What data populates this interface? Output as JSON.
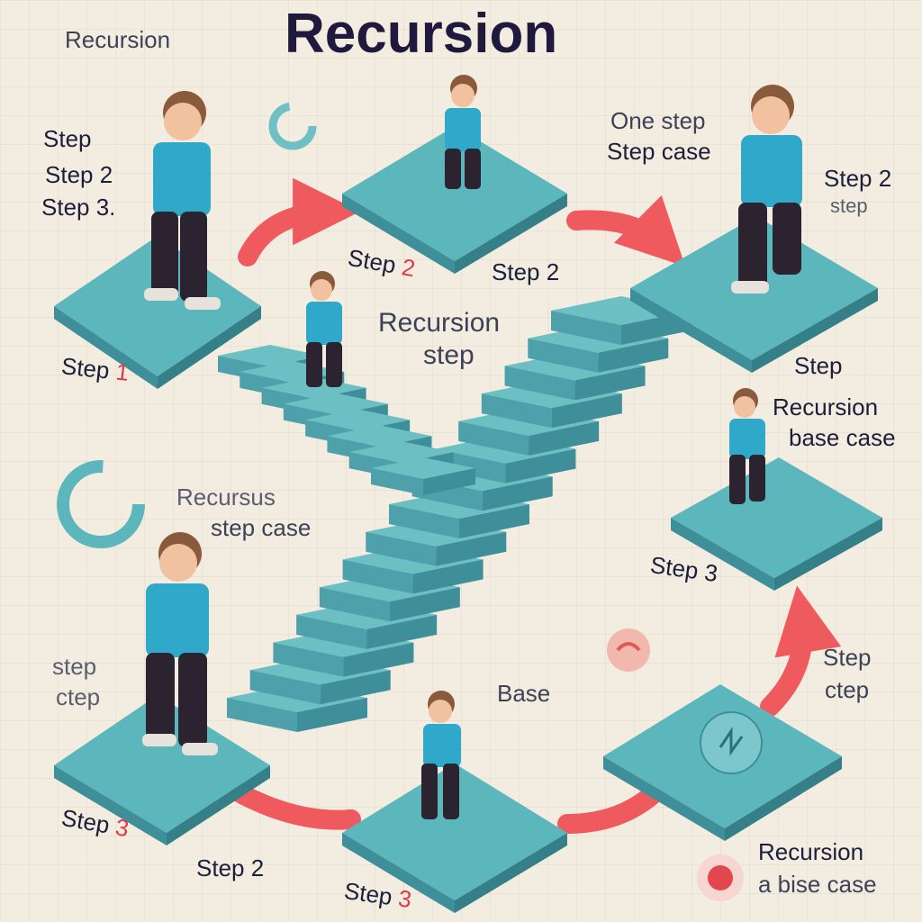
{
  "title": "Recursion",
  "labels": {
    "top_left_corner": "Recursion",
    "left_step": "Step",
    "left_step2": "Step 2",
    "left_step3": "Step 3.",
    "top_right_one": "One step",
    "top_right_case": "Step case",
    "right_step2": "Step 2",
    "right_step_faint": "step",
    "mid_step2_a": "Step",
    "mid_step2_a_num": "2",
    "mid_step2_b": "Step 2",
    "center_recursion": "Recursion",
    "center_step": "step",
    "step1_text": "Step",
    "step1_num": "1",
    "right_step": "Step",
    "right_recursion": "Recursion",
    "right_base_case": "base case",
    "recursus": "Recursus",
    "step_case": "step case",
    "step3_right": "Step 3",
    "left_lower_step": "step",
    "left_lower_ctep": "ctep",
    "base": "Base",
    "right_lower_step": "Step",
    "right_lower_ctep": "ctep",
    "bottom_step3_text": "Step",
    "bottom_step3_num": "3",
    "bottom_step2": "Step 2",
    "bottom_center_step3_text": "Step",
    "bottom_center_step3_num": "3",
    "bottom_right_recursion": "Recursion",
    "bottom_right_base_case": "a bise case"
  },
  "colors": {
    "background": "#f3ece0",
    "platform_top": "#5cb7bd",
    "platform_side": "#3f8f9a",
    "arrow": "#ef5a5f",
    "shirt": "#2fa8c9",
    "pants": "#2b2330",
    "title": "#1f1a3d",
    "label": "#1c1f3a",
    "number_accent": "#e03a48"
  },
  "icons": [
    "circular-arrow-icon",
    "refresh-icon",
    "recursion-icon"
  ]
}
